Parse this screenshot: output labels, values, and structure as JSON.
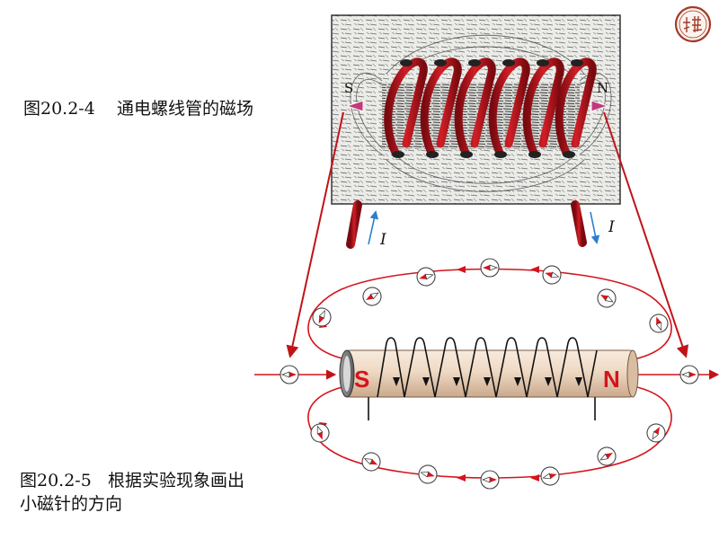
{
  "figure_20_2_4": {
    "caption_number": "图20.2-4",
    "caption_text": "通电螺线管的磁场",
    "pole_left": "S",
    "pole_right": "N",
    "current_symbol": "I"
  },
  "figure_20_2_5": {
    "caption_number": "图20.2-5",
    "caption_line1_text": "根据实验现象画出",
    "caption_line2": "小磁针的方向",
    "pole_left": "S",
    "pole_right": "N"
  },
  "colors": {
    "field_line": "#d4141c",
    "pointer_arrow": "#c01418",
    "current_arrow": "#2a7fd0",
    "solenoid_body": "#efd9c4",
    "needle_red": "#d8141c",
    "seal": "#a33a2a"
  },
  "icons": {
    "corner_seal": "seal-stamp-icon",
    "compass": "compass-needle-icon"
  }
}
